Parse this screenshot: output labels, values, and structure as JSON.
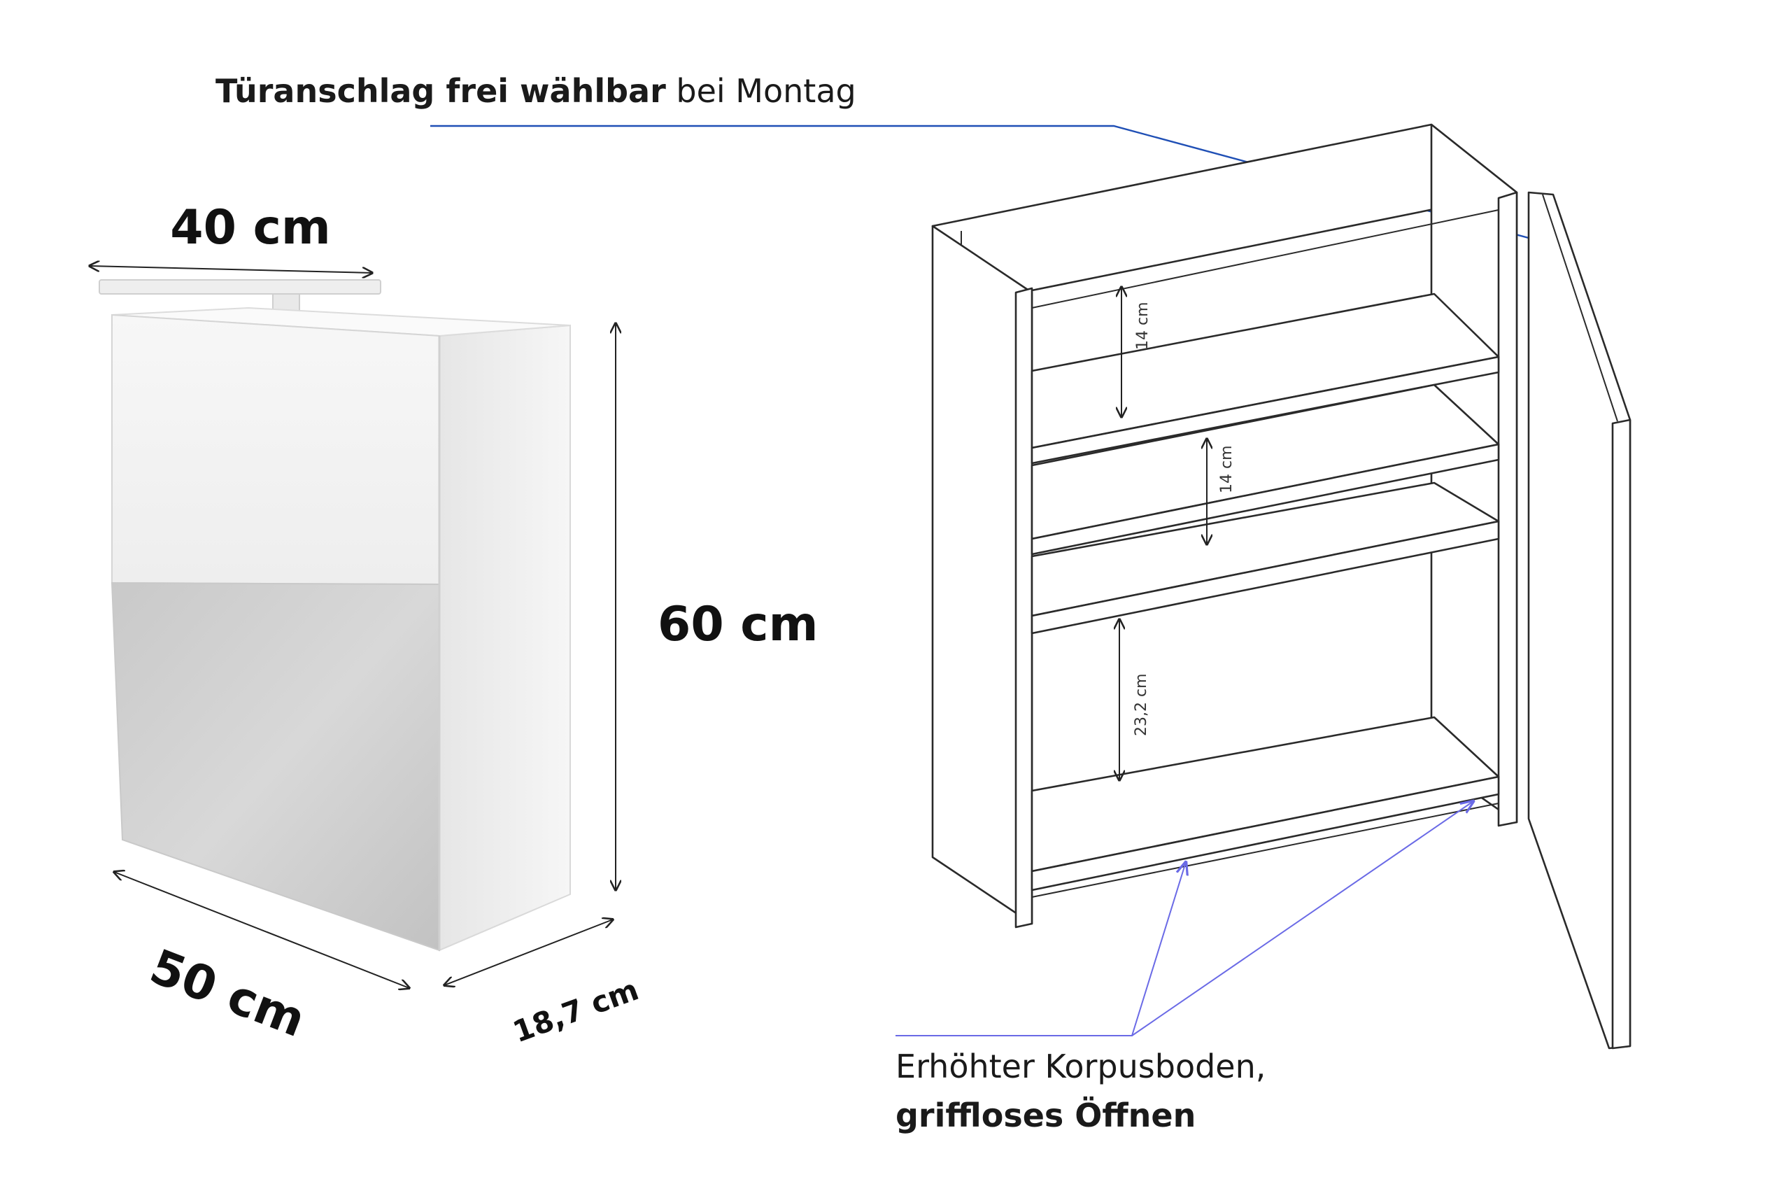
{
  "callouts": {
    "door_hinge": {
      "bold": "Türanschlag frei wählbar",
      "normal": " bei Montag",
      "line_color": "#1f4fb5"
    },
    "base": {
      "line1": "Erhöhter Korpusboden,",
      "line2": "griffloses Öffnen",
      "line_color": "#6a6ae6"
    }
  },
  "dimensions": {
    "width": "40 cm",
    "height": "60 cm",
    "length": "50 cm",
    "depth": "18,7 cm",
    "shelf_gap_1": "14 cm",
    "shelf_gap_2": "14 cm",
    "shelf_gap_3": "23,2 cm"
  },
  "colors": {
    "text": "#111111",
    "cabinet_white": "#f2f2f2",
    "mirror_grey": "#cfcfcf",
    "line": "#2a2a2a"
  }
}
